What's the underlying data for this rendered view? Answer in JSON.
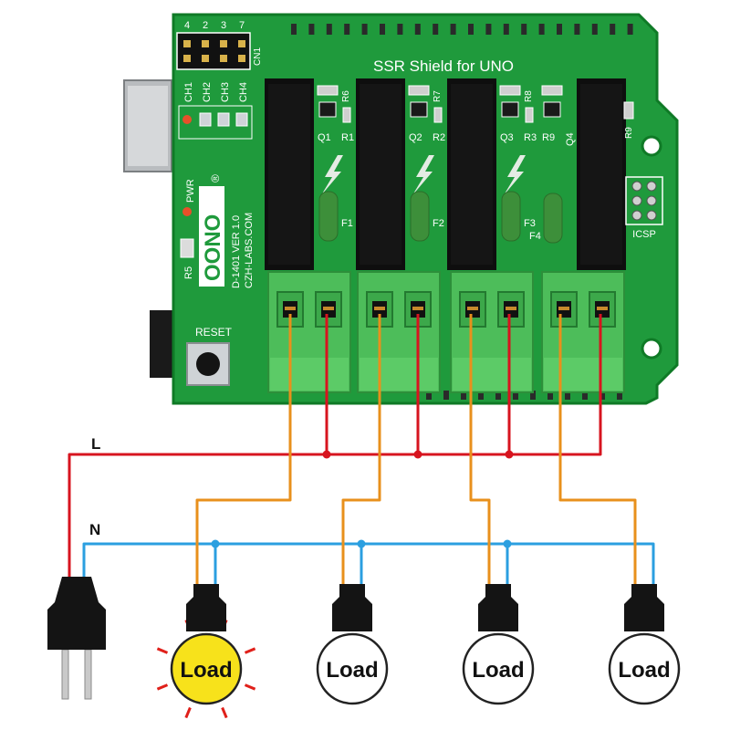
{
  "board": {
    "title": "SSR Shield for UNO",
    "brand": "OONO",
    "registered": "®",
    "version": "D-1401 VER 1.0",
    "website": "CZH-LABS.COM",
    "reset_label": "RESET",
    "pwr_label": "PWR",
    "icsp_label": "ICSP",
    "cn1_label": "CN1",
    "r5_label": "R5",
    "pin_numbers": [
      "4",
      "2",
      "3",
      "7"
    ],
    "channels": [
      "CH1",
      "CH2",
      "CH3",
      "CH4"
    ],
    "resistors_top": [
      "R6",
      "R7",
      "R8",
      "R9"
    ],
    "transistors": [
      "Q1",
      "Q2",
      "Q3",
      "Q4"
    ],
    "resistors_mid": [
      "R1",
      "R2",
      "R3",
      "R9"
    ],
    "fuses": [
      "F1",
      "F2",
      "F3",
      "F4"
    ]
  },
  "wiring": {
    "line_label": "L",
    "neutral_label": "N",
    "line_color": "#d7141f",
    "neutral_color": "#2b9fe0",
    "switch_color": "#e8901c"
  },
  "loads": [
    {
      "label": "Load",
      "state": "on"
    },
    {
      "label": "Load",
      "state": "off"
    },
    {
      "label": "Load",
      "state": "off"
    },
    {
      "label": "Load",
      "state": "off"
    }
  ],
  "colors": {
    "pcb": "#1f9a3c",
    "pcb_edge": "#0f7a26",
    "relay": "#151515",
    "terminal": "#4dbd5a",
    "bulb_on": "#f7e21b",
    "rays": "#e0201a"
  }
}
